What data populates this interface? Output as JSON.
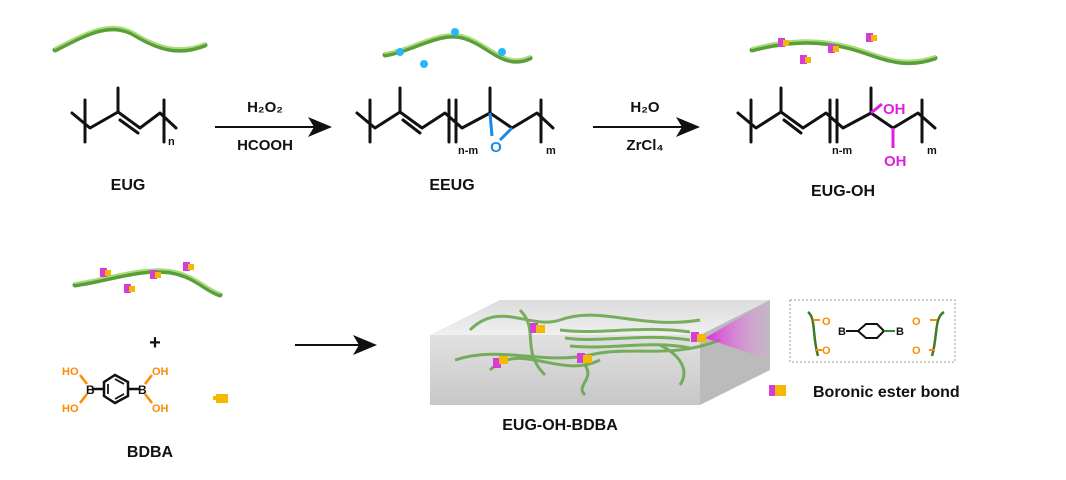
{
  "colors": {
    "strand": "#5a9e3a",
    "epoxide": "#1e88e5",
    "hydroxyl": "#e020e0",
    "boron_o": "#ff8a00",
    "ester_pink": "#d63cd6",
    "ester_yellow": "#f5b800"
  },
  "step1": {
    "reagent_top": "H₂O₂",
    "reagent_bottom": "HCOOH"
  },
  "step2": {
    "reagent_top": "H₂O",
    "reagent_bottom": "ZrCl₄"
  },
  "compounds": {
    "eug": "EUG",
    "eeug": "EEUG",
    "eug_oh": "EUG-OH",
    "bdba": "BDBA",
    "network": "EUG-OH-BDBA"
  },
  "structures": {
    "eug": {
      "n": "n"
    },
    "eeug": {
      "nm": "n-m",
      "m": "m",
      "o": "O"
    },
    "eug_oh": {
      "nm": "n-m",
      "m": "m",
      "oh1": "OH",
      "oh2": "OH"
    },
    "bdba": {
      "ho1": "HO",
      "ho2": "HO",
      "oh1": "OH",
      "oh2": "OH",
      "b1": "B",
      "b2": "B"
    },
    "inset": {
      "o1": "O",
      "o2": "O",
      "o3": "O",
      "o4": "O",
      "b1": "B",
      "b2": "B"
    }
  },
  "plus": "+",
  "legend": {
    "label": "Boronic ester bond"
  }
}
